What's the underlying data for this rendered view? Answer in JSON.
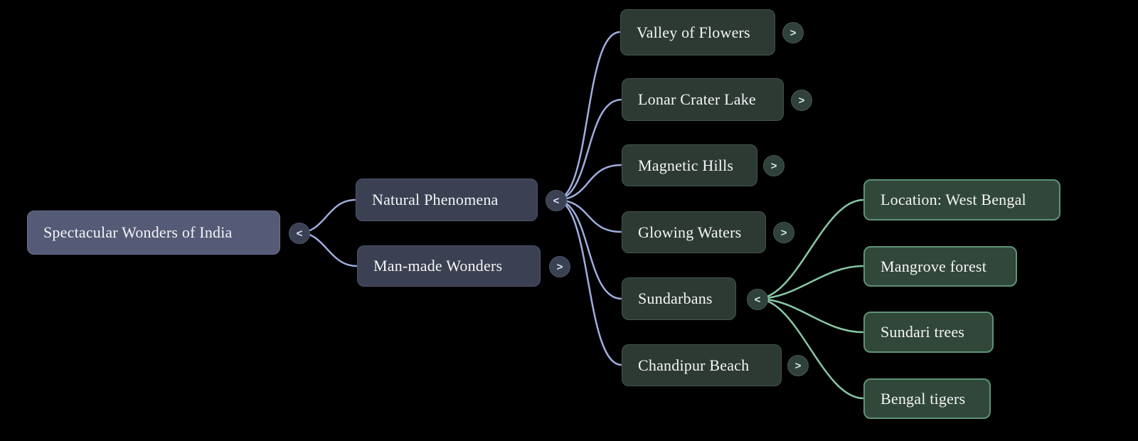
{
  "app": {
    "background": "#000000"
  },
  "theme": {
    "edge_blue": "#a9b6ea",
    "edge_green": "#8fd3ae",
    "root_fill": "#555a77",
    "branch_fill": "#3b4153",
    "topic_fill": "#2c3a33",
    "detail_fill": "#31473a",
    "text_color": "#f5f5f5"
  },
  "glyphs": {
    "collapse": "<",
    "expand": ">"
  },
  "nodes": {
    "root": {
      "label": "Spectacular Wonders of India",
      "toggle": "<"
    },
    "natural": {
      "label": "Natural Phenomena",
      "toggle": "<"
    },
    "manmade": {
      "label": "Man-made Wonders",
      "toggle": ">"
    },
    "valley": {
      "label": "Valley of Flowers",
      "toggle": ">"
    },
    "lonar": {
      "label": "Lonar Crater Lake",
      "toggle": ">"
    },
    "magnetic": {
      "label": "Magnetic Hills",
      "toggle": ">"
    },
    "glowing": {
      "label": "Glowing Waters",
      "toggle": ">"
    },
    "sundarbans": {
      "label": "Sundarbans",
      "toggle": "<"
    },
    "chandipur": {
      "label": "Chandipur Beach",
      "toggle": ">"
    },
    "location": {
      "label": "Location: West Bengal"
    },
    "mangrove": {
      "label": "Mangrove forest"
    },
    "sundari": {
      "label": "Sundari trees"
    },
    "bengal": {
      "label": "Bengal tigers"
    }
  }
}
